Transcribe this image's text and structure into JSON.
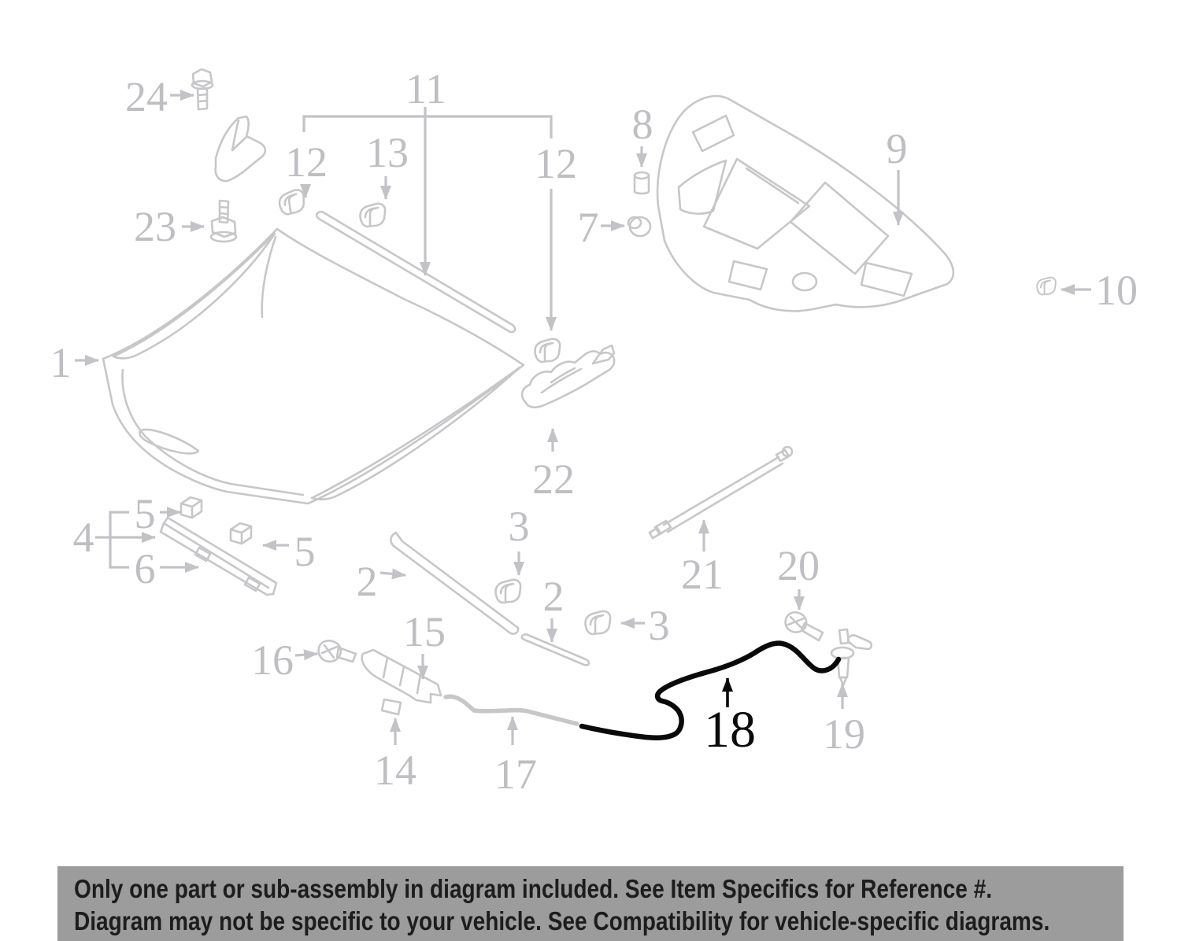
{
  "colors": {
    "diagram_line": "#c7c7ca",
    "arrow_line": "#c3c3c7",
    "label_gray": "#bfbfc3",
    "highlight": "#0a0a0a",
    "banner_bg": "#9c9c9c",
    "banner_text": "#1d1d1d"
  },
  "labels": {
    "p1": "1",
    "p2a": "2",
    "p2b": "2",
    "p3a": "3",
    "p3b": "3",
    "p4": "4",
    "p5a": "5",
    "p5b": "5",
    "p6": "6",
    "p7": "7",
    "p8": "8",
    "p9": "9",
    "p10": "10",
    "p11": "11",
    "p12a": "12",
    "p12b": "12",
    "p13": "13",
    "p14": "14",
    "p15": "15",
    "p16": "16",
    "p17": "17",
    "p18": "18",
    "p19": "19",
    "p20": "20",
    "p21": "21",
    "p22": "22",
    "p23": "23",
    "p24": "24"
  },
  "footer": {
    "line1": "Only one part or sub-assembly in diagram included. See Item Specifics for Reference #.",
    "line2": "Diagram may not be specific to your vehicle. See Compatibility for vehicle-specific diagrams."
  }
}
